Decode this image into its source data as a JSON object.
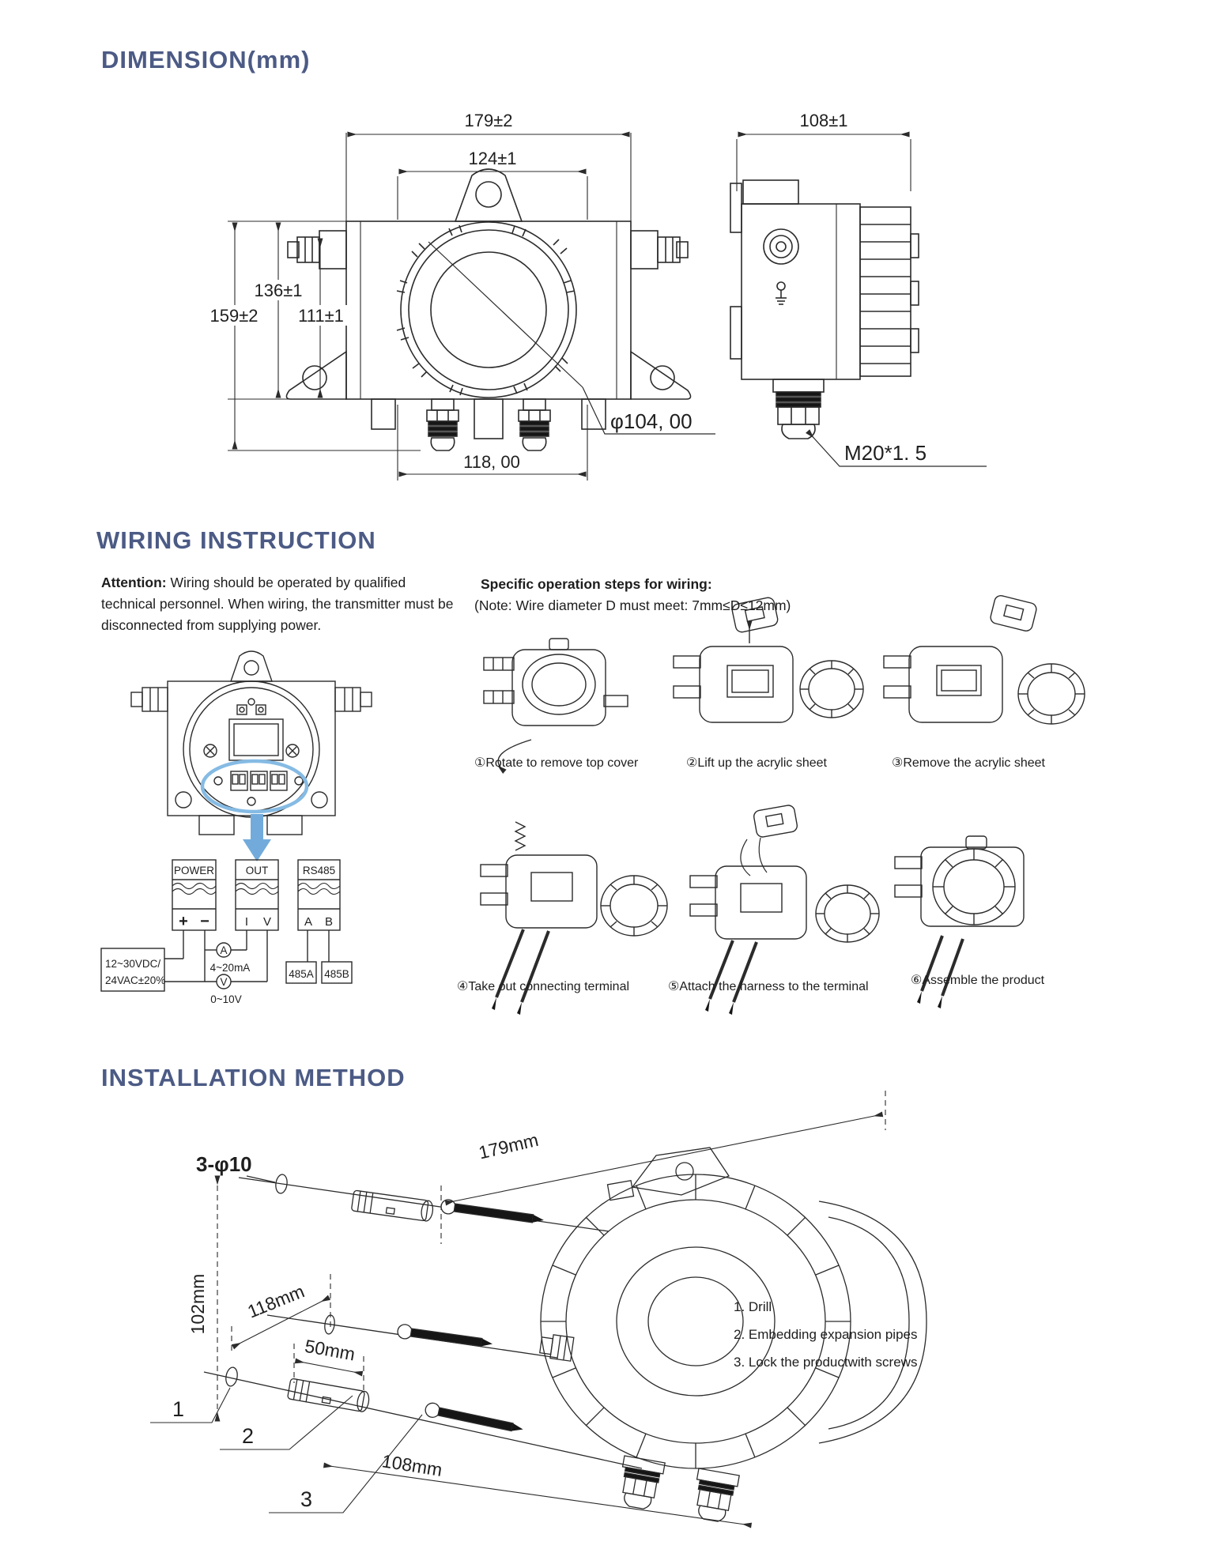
{
  "meta": {
    "accent_color": "#4c5b85",
    "line_color": "#2b2b2b",
    "highlight_blue": "#7db4e0"
  },
  "dimension": {
    "heading": "DIMENSION(mm)",
    "front": {
      "dim_width_outer": "179±2",
      "dim_width_inner": "124±1",
      "dim_height_mid": "136±1",
      "dim_height_outer": "159±2",
      "dim_height_inner": "111±1",
      "dim_diameter": "φ104, 00",
      "dim_gland_span": "118, 00"
    },
    "side": {
      "dim_depth": "108±1",
      "dim_thread": "M20*1. 5"
    }
  },
  "wiring": {
    "heading": "WIRING INSTRUCTION",
    "attention_label": "Attention:",
    "attention_body": "Wiring should be operated by qualified technical personnel. When wiring, the transmitter must be disconnected from supplying power.",
    "steps_heading": "Specific operation steps for wiring:",
    "steps_note": "(Note: Wire diameter D must meet: 7mm≤D≤12mm)",
    "terminals": {
      "power_label": "POWER",
      "power_plus": "+",
      "power_minus": "−",
      "out_label": "OUT",
      "out_i": "I",
      "out_v": "V",
      "rs485_label": "RS485",
      "rs485_a": "A",
      "rs485_b": "B",
      "source_line1": "12~30VDC/",
      "source_line2": "24VAC±20%",
      "ammeter_symbol": "A",
      "ammeter_range": "4~20mA",
      "voltmeter_symbol": "V",
      "voltmeter_range": "0~10V",
      "box_485a": "485A",
      "box_485b": "485B"
    },
    "steps": [
      {
        "caption": "①Rotate to remove top cover"
      },
      {
        "caption": "②Lift up the acrylic sheet"
      },
      {
        "caption": "③Remove the acrylic sheet"
      },
      {
        "caption": "④Take out connecting terminal"
      },
      {
        "caption": "⑤Attach the harness to the terminal"
      },
      {
        "caption": "⑥Assemble the product"
      }
    ]
  },
  "installation": {
    "heading": "INSTALLATION METHOD",
    "labels": {
      "holes": "3-φ10",
      "width": "179mm",
      "height": "102mm",
      "hole_spacing": "118mm",
      "pipe_length": "50mm",
      "depth": "108mm",
      "callout1": "1",
      "callout2": "2",
      "callout3": "3"
    },
    "instructions": [
      "1. Drill",
      "2. Embedding expansion pipes",
      "3. Lock the productwith screws"
    ]
  }
}
